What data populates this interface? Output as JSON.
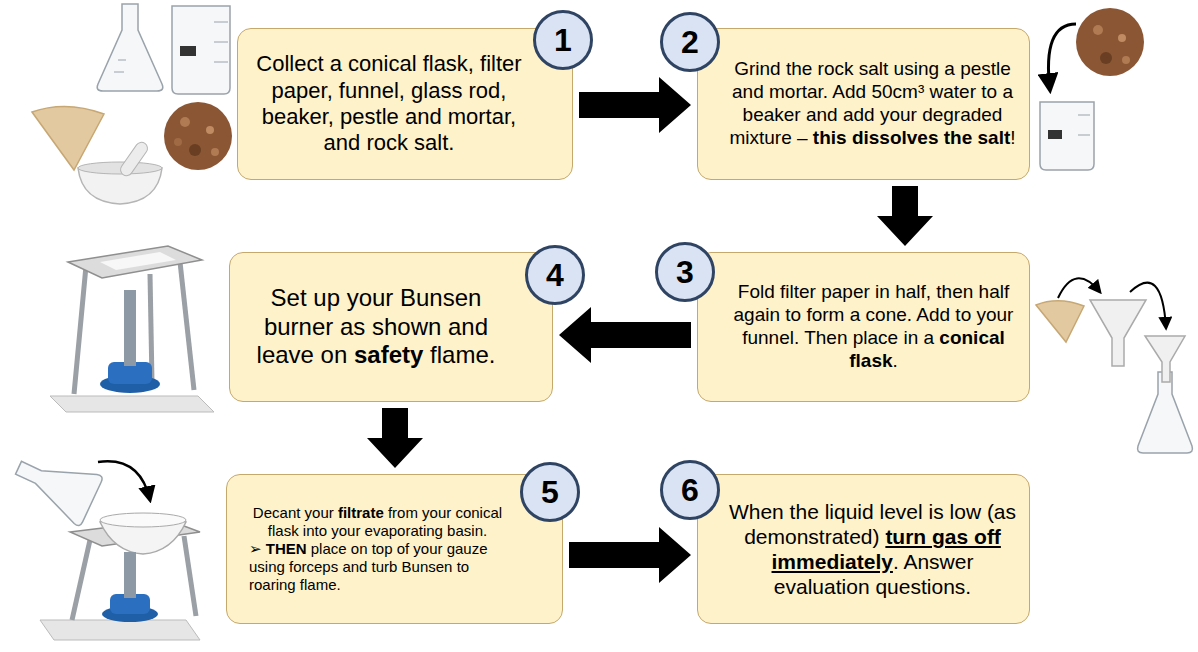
{
  "diagram": {
    "nodes": [
      {
        "text": [
          "Collect a conical flask, filter paper, funnel, glass rod, beaker, pestle and mortar, and rock salt."
        ]
      },
      {
        "text": [
          "1"
        ]
      },
      {
        "text": [
          "Grind the rock salt using a pestle and mortar. Add 50cm³ water to a beaker and add your degraded mixture –",
          "this dissolves the salt",
          "!"
        ]
      },
      {
        "text": [
          "2"
        ]
      },
      {
        "text": [
          "Fold filter paper in half, then half again to form a cone. Add to your funnel. Then place in a",
          "conical flask",
          "."
        ]
      },
      {
        "text": [
          "3"
        ]
      },
      {
        "text": [
          "Set up your Bunsen burner as shown and leave on",
          "safety",
          "flame."
        ]
      },
      {
        "text": [
          "4"
        ]
      },
      {
        "text": [
          "Decant your",
          "filtrate",
          "from your conical flask into your evaporating basin.",
          "➢",
          "THEN",
          "place on top of your gauze using forceps and turb Bunsen to roaring flame."
        ]
      },
      {
        "text": [
          "5"
        ]
      },
      {
        "text": [
          "When the liquid level is low (as demonstrated)",
          "turn gas off immediately",
          ". Answer evaluation questions."
        ]
      },
      {
        "text": [
          "6"
        ]
      }
    ],
    "edges": [
      {
        "from": 0,
        "to": 2,
        "arrow": "to"
      },
      {
        "from": 2,
        "to": 4,
        "arrow": "to"
      },
      {
        "from": 4,
        "to": 6,
        "arrow": "to"
      },
      {
        "from": 6,
        "to": 8,
        "arrow": "to"
      },
      {
        "from": 8,
        "to": 10,
        "arrow": "to"
      }
    ]
  }
}
